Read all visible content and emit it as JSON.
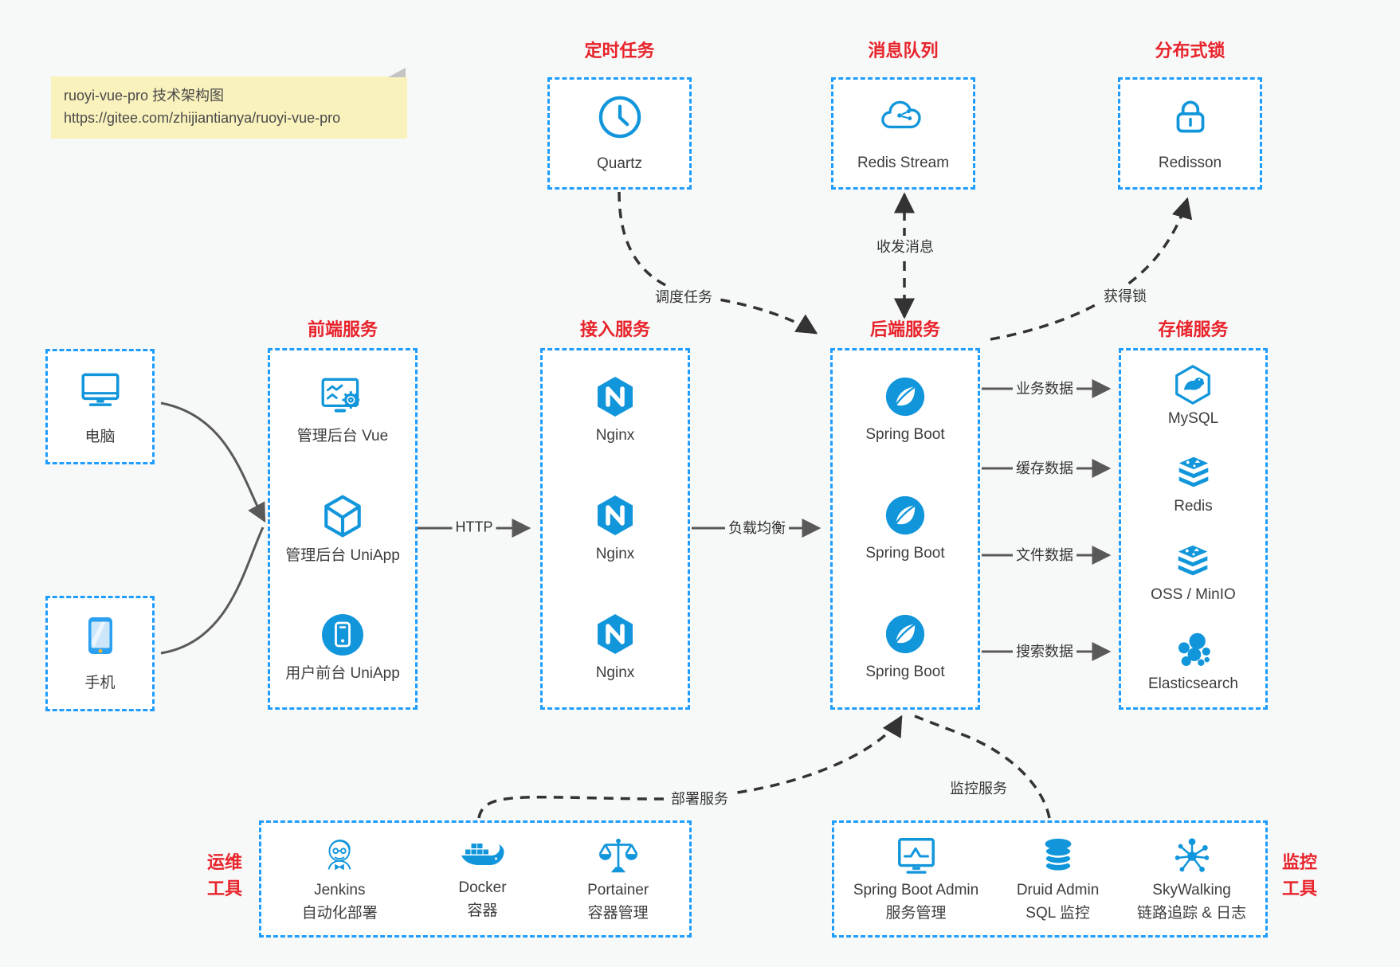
{
  "note": {
    "line1": "ruoyi-vue-pro 技术架构图",
    "line2": "https://gitee.com/zhijiantianya/ruoyi-vue-pro"
  },
  "colors": {
    "box_border_blue": "#1e9dff",
    "icon_blue": "#1296db",
    "title_red": "#e8232b",
    "arrow_gray": "#595959",
    "dashed_arrow_dark": "#333333",
    "note_bg": "#faf2bd"
  },
  "top_services": [
    {
      "title": "定时任务",
      "item": {
        "label": "Quartz",
        "icon": "clock-icon"
      }
    },
    {
      "title": "消息队列",
      "item": {
        "label": "Redis Stream",
        "icon": "cloud-network-icon"
      }
    },
    {
      "title": "分布式锁",
      "item": {
        "label": "Redisson",
        "icon": "lock-icon"
      }
    }
  ],
  "clients": [
    {
      "label": "电脑",
      "icon": "desktop-icon"
    },
    {
      "label": "手机",
      "icon": "smartphone-icon"
    }
  ],
  "service_columns": [
    {
      "title": "前端服务",
      "items": [
        {
          "label": "管理后台 Vue",
          "icon": "admin-vue-icon"
        },
        {
          "label": "管理后台 UniApp",
          "icon": "uniapp-cube-icon"
        },
        {
          "label": "用户前台 UniApp",
          "icon": "user-uniapp-icon"
        }
      ]
    },
    {
      "title": "接入服务",
      "items": [
        {
          "label": "Nginx",
          "icon": "nginx-icon"
        },
        {
          "label": "Nginx",
          "icon": "nginx-icon"
        },
        {
          "label": "Nginx",
          "icon": "nginx-icon"
        }
      ]
    },
    {
      "title": "后端服务",
      "items": [
        {
          "label": "Spring Boot",
          "icon": "spring-boot-icon"
        },
        {
          "label": "Spring Boot",
          "icon": "spring-boot-icon"
        },
        {
          "label": "Spring Boot",
          "icon": "spring-boot-icon"
        }
      ]
    },
    {
      "title": "存储服务",
      "items": [
        {
          "label": "MySQL",
          "icon": "mysql-icon"
        },
        {
          "label": "Redis",
          "icon": "redis-stack-icon"
        },
        {
          "label": "OSS / MinIO",
          "icon": "oss-stack-icon"
        },
        {
          "label": "Elasticsearch",
          "icon": "elasticsearch-icon"
        }
      ]
    }
  ],
  "edge_labels": {
    "http": "HTTP",
    "load_balance": "负载均衡",
    "business_data": "业务数据",
    "cache_data": "缓存数据",
    "file_data": "文件数据",
    "search_data": "搜索数据",
    "dispatch_task": "调度任务",
    "send_receive_message": "收发消息",
    "acquire_lock": "获得锁",
    "deploy_service": "部署服务",
    "monitor_service": "监控服务"
  },
  "bottom_groups": [
    {
      "title_lines": [
        "运维",
        "工具"
      ],
      "items": [
        {
          "label": "Jenkins",
          "sublabel": "自动化部署",
          "icon": "jenkins-icon"
        },
        {
          "label": "Docker",
          "sublabel": "容器",
          "icon": "docker-whale-icon"
        },
        {
          "label": "Portainer",
          "sublabel": "容器管理",
          "icon": "scales-icon"
        }
      ]
    },
    {
      "title_lines": [
        "监控",
        "工具"
      ],
      "items": [
        {
          "label": "Spring Boot Admin",
          "sublabel": "服务管理",
          "icon": "monitor-chart-icon"
        },
        {
          "label": "Druid Admin",
          "sublabel": "SQL 监控",
          "icon": "database-icon"
        },
        {
          "label": "SkyWalking",
          "sublabel": "链路追踪 & 日志",
          "icon": "network-graph-icon"
        }
      ]
    }
  ]
}
